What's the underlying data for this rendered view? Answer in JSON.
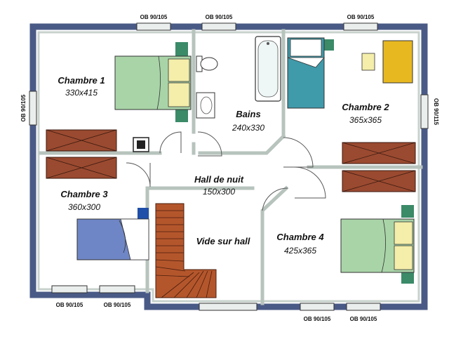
{
  "rooms": {
    "chambre1": {
      "name": "Chambre 1",
      "dims": "330x415"
    },
    "chambre2": {
      "name": "Chambre 2",
      "dims": "365x365"
    },
    "chambre3": {
      "name": "Chambre 3",
      "dims": "360x300"
    },
    "chambre4": {
      "name": "Chambre 4",
      "dims": "425x365"
    },
    "bains": {
      "name": "Bains",
      "dims": "240x330"
    },
    "hall": {
      "name": "Hall de nuit",
      "dims": "150x300"
    },
    "vide": {
      "name": "Vide sur hall"
    }
  },
  "windows": {
    "top_left": "OB 90/105",
    "top_mid": "OB 90/105",
    "top_right": "OB 90/105",
    "left": "OB 90/105",
    "right": "OB 90/115",
    "bottom_1": "OB 90/105",
    "bottom_2": "OB 90/105",
    "bottom_3": "OB 90/105",
    "bottom_4": "OB 90/105"
  },
  "colors": {
    "outer_wall": "#4a5a86",
    "inner_wall": "#c8d2cc",
    "bed_green": "#a9d4a8",
    "bed_blue": "#6f86c6",
    "bed_teal": "#3f9aaa",
    "closet": "#9a4a30",
    "stairs": "#b4562c",
    "pillow": "#f4eeaa",
    "lamp_green": "#3b8a68",
    "yellow_table": "#e8b820"
  }
}
